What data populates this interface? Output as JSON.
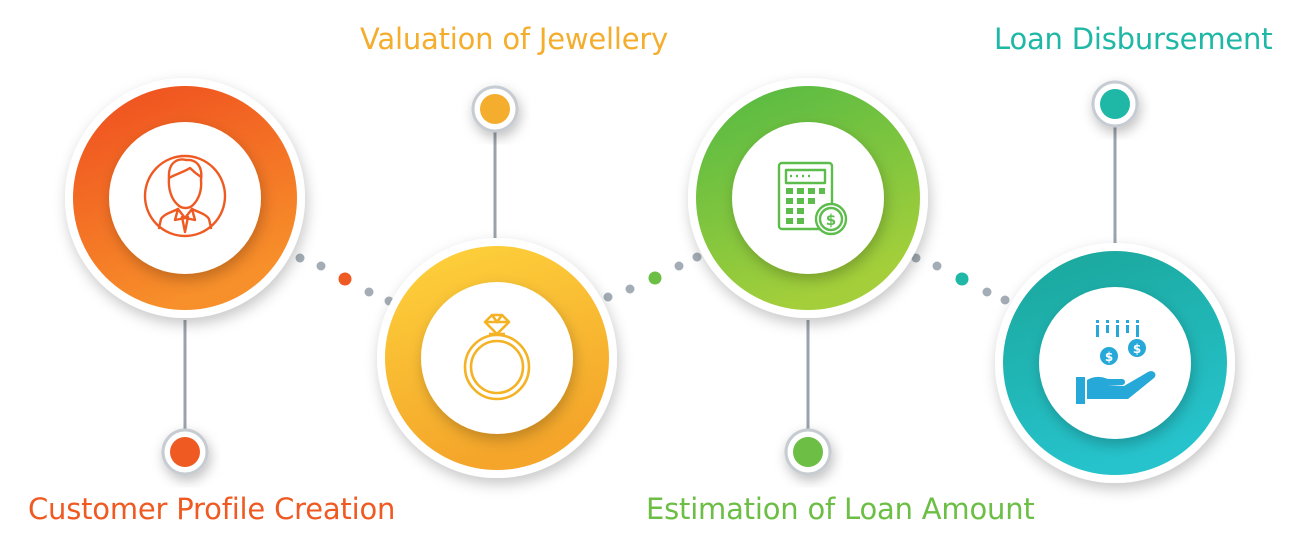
{
  "steps": [
    {
      "label": "Customer Profile Creation",
      "icon": "customer-icon",
      "color": "#ef5a22",
      "gradient": [
        "#ef4c1f",
        "#f7902a"
      ]
    },
    {
      "label": "Valuation of Jewellery",
      "icon": "ring-icon",
      "color": "#f4ad2c",
      "gradient": [
        "#fed33c",
        "#f4a52a"
      ]
    },
    {
      "label": "Estimation of Loan Amount",
      "icon": "calculator-icon",
      "color": "#6cbe45",
      "gradient": [
        "#52b944",
        "#a4cf3a"
      ]
    },
    {
      "label": "Loan Disbursement",
      "icon": "money-hand-icon",
      "color": "#1fb7a6",
      "gradient": [
        "#1aa69a",
        "#26c3cc"
      ]
    }
  ],
  "colors": {
    "connector_line": "#9aa3ab",
    "connector_dot_grey": "#a4adb5",
    "shadow": "#000000"
  }
}
